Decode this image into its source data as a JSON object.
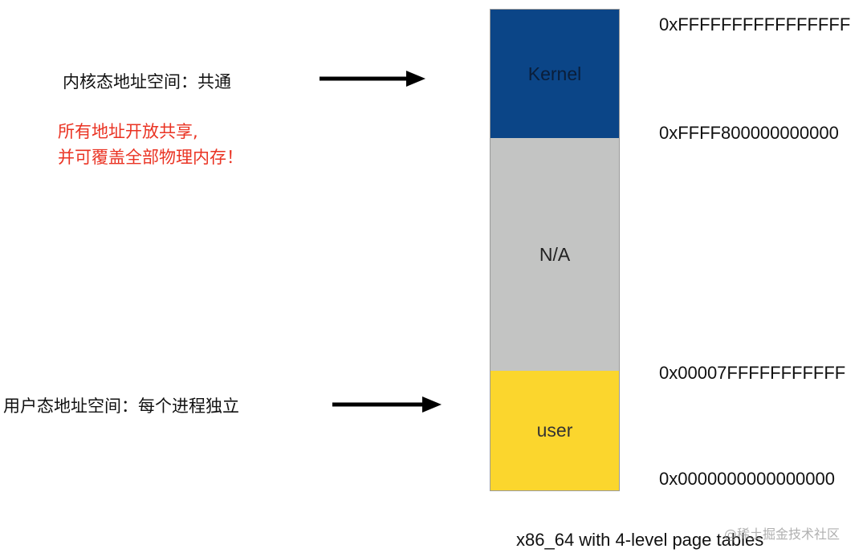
{
  "segments": {
    "kernel": {
      "label": "Kernel",
      "color": "#0b4587",
      "text_color": "#0a1e3a"
    },
    "na": {
      "label": "N/A",
      "color": "#c3c4c3",
      "text_color": "#222222"
    },
    "user": {
      "label": "user",
      "color": "#fbd62d",
      "text_color": "#333333"
    }
  },
  "addresses": {
    "kernel_top": "0xFFFFFFFFFFFFFFFF",
    "kernel_bottom": "0xFFFF800000000000",
    "user_top": "0x00007FFFFFFFFFFF",
    "user_bottom": "0x0000000000000000"
  },
  "annotations": {
    "kernel_space": "内核态地址空间：共通",
    "kernel_note_line1": "所有地址开放共享,",
    "kernel_note_line2": "并可覆盖全部物理内存！",
    "user_space": "用户态地址空间：每个进程独立"
  },
  "caption": "x86_64 with 4-level page tables",
  "watermark": "@稀土掘金技术社区",
  "colors": {
    "arrow": "#000000",
    "note_red": "#ea3323",
    "border": "#9a9a9a"
  }
}
